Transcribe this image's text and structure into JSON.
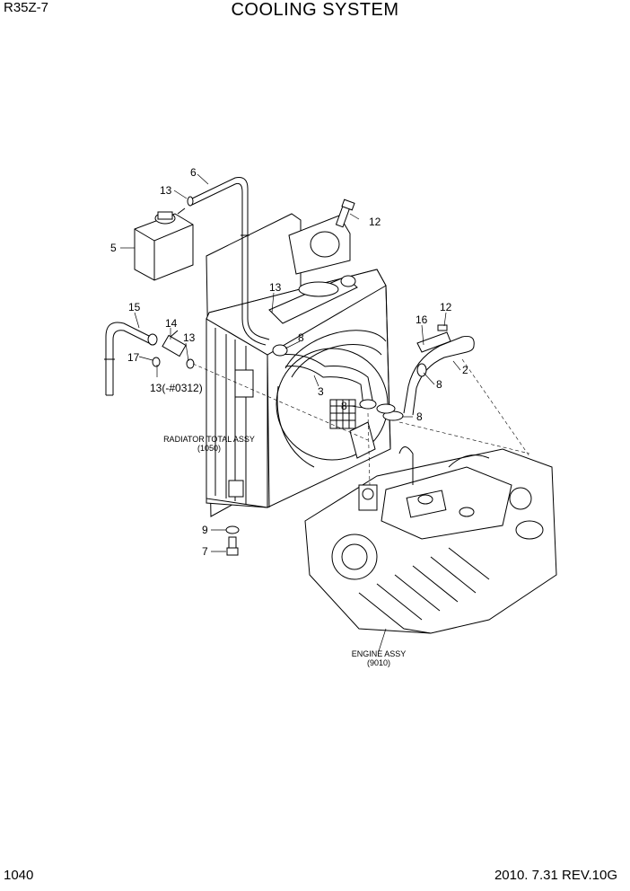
{
  "header": {
    "model": "R35Z-7",
    "title": "COOLING SYSTEM"
  },
  "footer": {
    "page": "1040",
    "revision": "2010. 7.31  REV.10G"
  },
  "callouts": {
    "c6": "6",
    "c13a": "13",
    "c12a": "12",
    "c5": "5",
    "c13b": "13",
    "c15": "15",
    "c14": "14",
    "c8a": "8",
    "c16": "16",
    "c12b": "12",
    "c17": "17",
    "c13c": "13",
    "c2": "2",
    "c3": "3",
    "c8b": "8",
    "c13d": "13(-#0312)",
    "c8c": "8",
    "c8d": "8",
    "c9": "9",
    "c7": "7"
  },
  "assemblies": {
    "radiator_name": "RADIATOR TOTAL ASSY",
    "radiator_code": "(1050)",
    "engine_name": "ENGINE ASSY",
    "engine_code": "(9010)"
  }
}
